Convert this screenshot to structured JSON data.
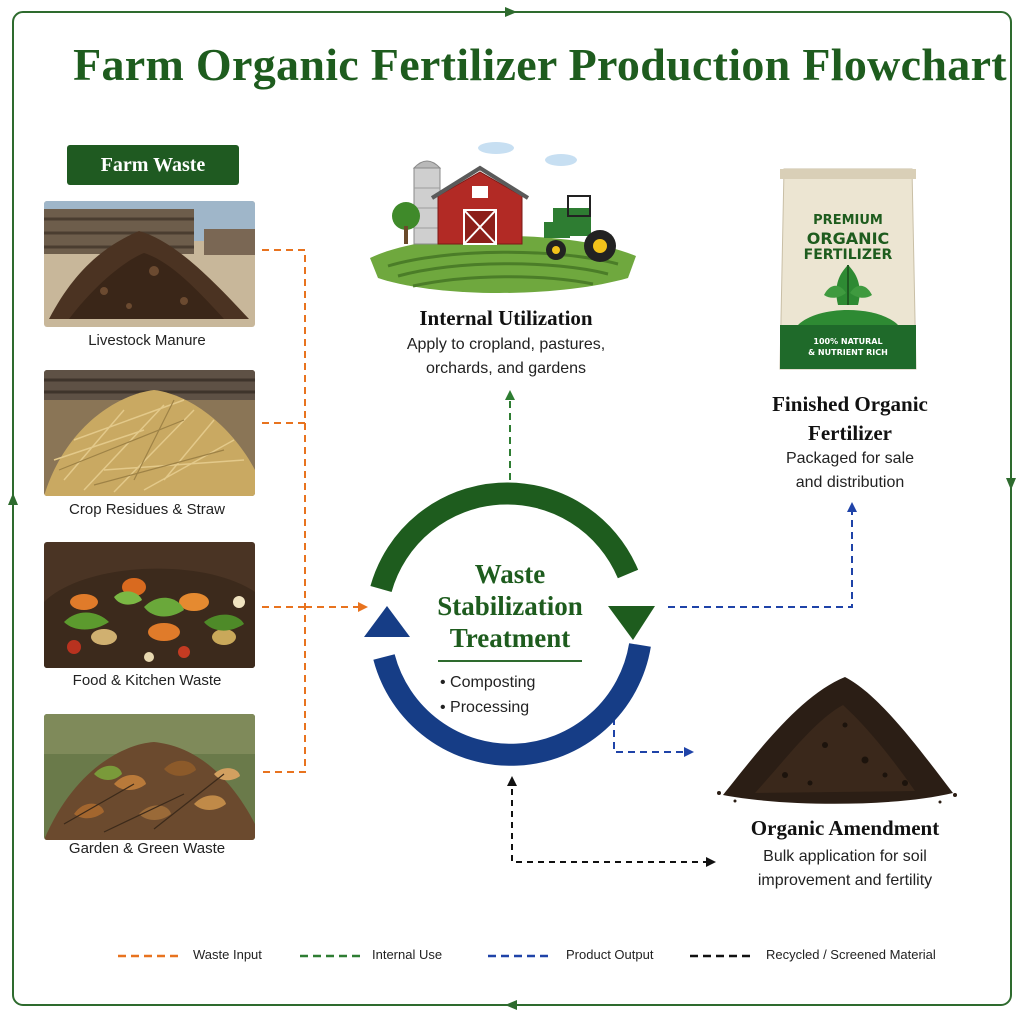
{
  "title": "Farm Organic Fertilizer Production Flowchart",
  "farm_waste": {
    "tag": "Farm Waste",
    "items": [
      {
        "label": "Livestock Manure",
        "icon": "manure-pile-icon"
      },
      {
        "label": "Crop Residues & Straw",
        "icon": "straw-pile-icon"
      },
      {
        "label": "Food & Kitchen Waste",
        "icon": "food-waste-icon"
      },
      {
        "label": "Garden & Green Waste",
        "icon": "leaf-litter-icon"
      }
    ]
  },
  "internal": {
    "heading": "Internal Utilization",
    "line1": "Apply to cropland, pastures,",
    "line2": "orchards, and gardens",
    "icon": "farm-barn-tractor-icon"
  },
  "finished": {
    "heading_line1": "Finished Organic",
    "heading_line2": "Fertilizer",
    "line1": "Packaged for sale",
    "line2": "and distribution",
    "bag": {
      "line1": "PREMIUM",
      "line2": "ORGANIC",
      "line3": "FERTILIZER",
      "foot1": "100% NATURAL",
      "foot2": "& NUTRIENT RICH"
    }
  },
  "center": {
    "line1": "Waste",
    "line2": "Stabilization",
    "line3": "Treatment",
    "bullets": [
      "Composting",
      "Processing"
    ]
  },
  "amendment": {
    "heading": "Organic Amendment",
    "line1": "Bulk application for soil",
    "line2": "improvement and fertility",
    "icon": "soil-pile-icon"
  },
  "legend": [
    {
      "label": "Waste Input",
      "color": "#e8731f"
    },
    {
      "label": "Internal Use",
      "color": "#2e7d32"
    },
    {
      "label": "Product Output",
      "color": "#1f43a8"
    },
    {
      "label": "Recycled / Screened Material",
      "color": "#111111"
    }
  ],
  "colors": {
    "green": "#1e5c1e",
    "blue": "#163d86",
    "orange": "#e8731f",
    "black": "#111111"
  }
}
